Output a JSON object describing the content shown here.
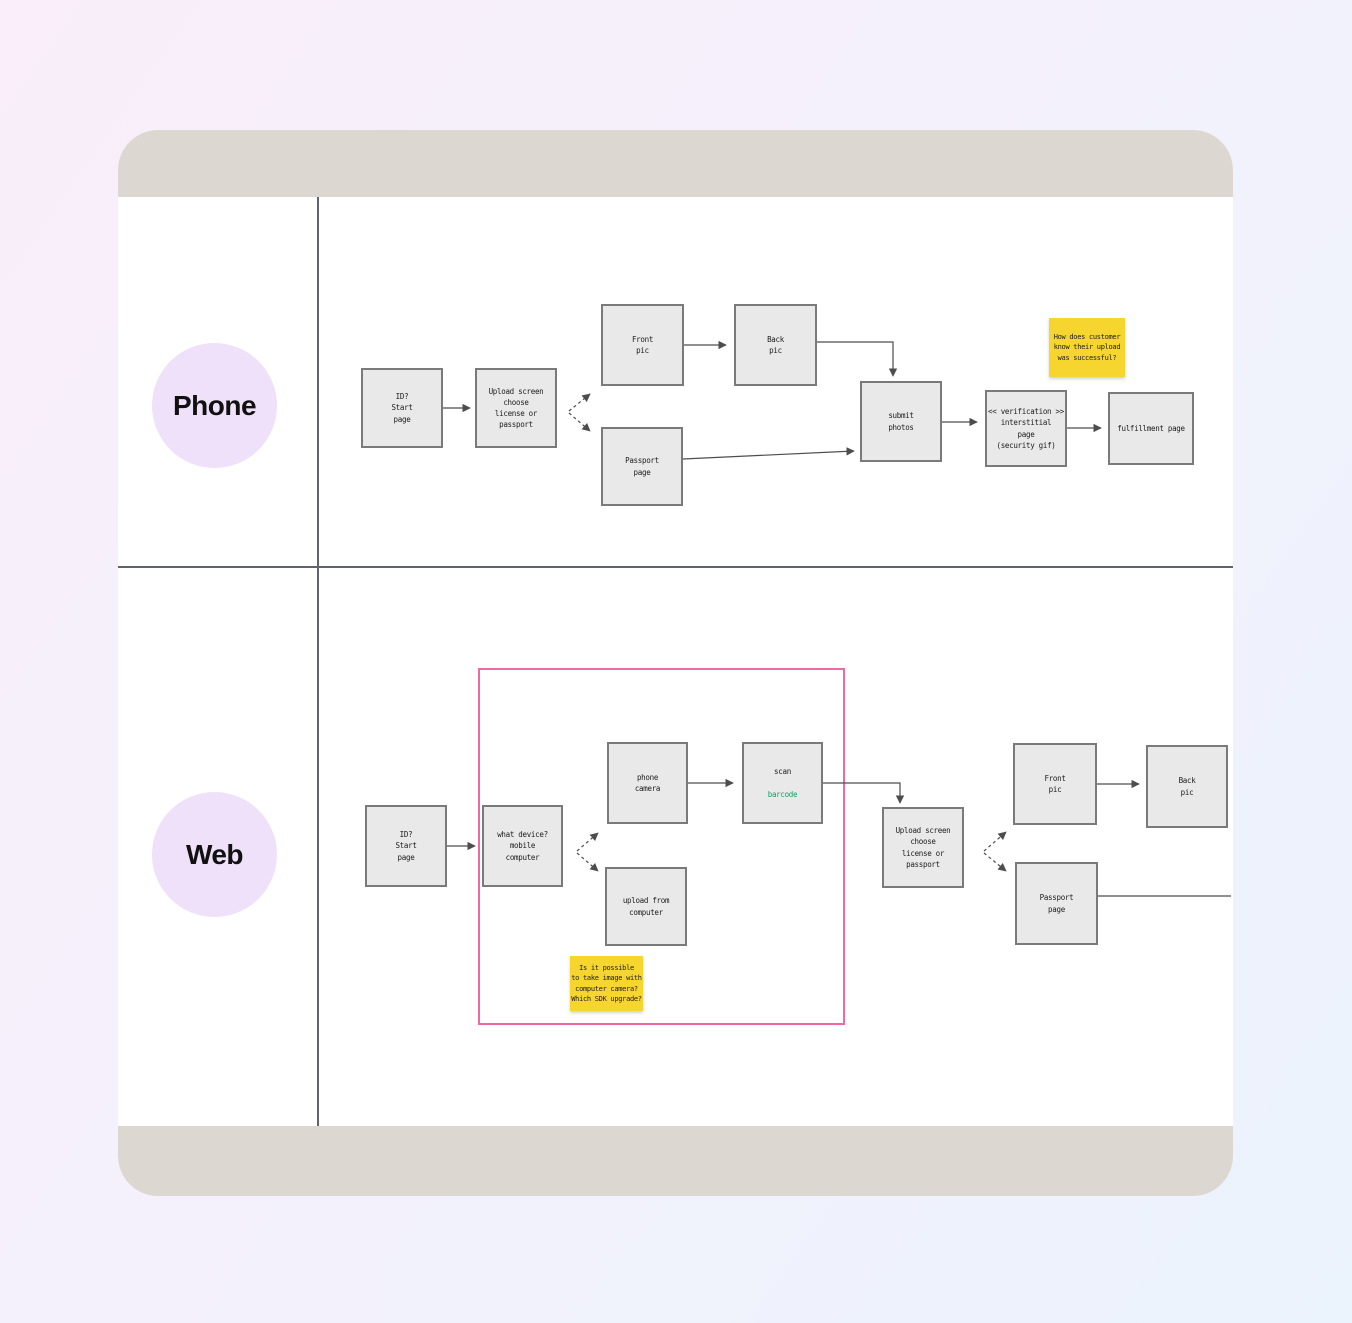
{
  "board": {
    "lanes": [
      {
        "id": "phone",
        "label": "Phone"
      },
      {
        "id": "web",
        "label": "Web"
      }
    ]
  },
  "phone": {
    "nodes": {
      "id_start": "ID?\nStart\npage",
      "upload_screen": "Upload screen\nchoose\nlicense or passport",
      "front_pic": "Front\npic",
      "back_pic": "Back\npic",
      "passport": "Passport\npage",
      "submit_photos": "submit\nphotos",
      "verification": "<< verification >>\ninterstitial\npage\n(security gif)",
      "fulfillment": "fulfillment page"
    },
    "sticky": "How does customer\nknow their upload\nwas successful?"
  },
  "web": {
    "nodes": {
      "id_start": "ID?\nStart\npage",
      "what_device": "what device?\nmobile\ncomputer",
      "phone_camera": "phone\ncamera",
      "scan_line1": "scan",
      "scan_line2": "barcode",
      "upload_from_computer": "upload from\ncomputer",
      "upload_screen": "Upload screen\nchoose\nlicense or passport",
      "front_pic": "Front\npic",
      "back_pic": "Back\npic",
      "passport": "Passport\npage"
    },
    "sticky": "Is it possible\nto take image with\ncomputer camera?\nWhich SDK upgrade?"
  },
  "colors": {
    "sticky_yellow": "#f6d52f",
    "group_frame_pink": "#f2699f",
    "barcode_link_green": "#169e62",
    "lane_badge_lavender": "#efe1fa",
    "board_bar_beige": "#dcd8d1"
  }
}
